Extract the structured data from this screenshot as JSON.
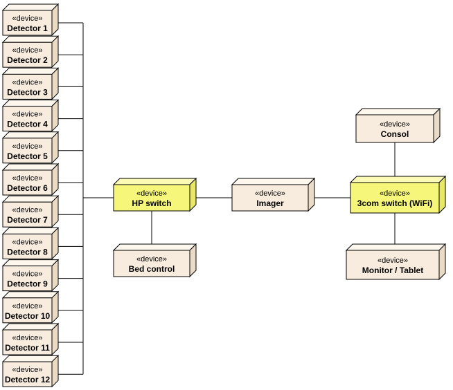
{
  "stereotype": "«device»",
  "colors": {
    "normal_front": "#f8ecde",
    "normal_top": "#fdf7ee",
    "normal_side": "#eadbc6",
    "highlight_front": "#f6f67a",
    "highlight_top": "#fbfbb6",
    "highlight_side": "#e8e862",
    "border": "#000000",
    "line": "#000000"
  },
  "nodes": [
    {
      "id": "detector-1",
      "name": "Detector 1",
      "highlight": false
    },
    {
      "id": "detector-2",
      "name": "Detector 2",
      "highlight": false
    },
    {
      "id": "detector-3",
      "name": "Detector 3",
      "highlight": false
    },
    {
      "id": "detector-4",
      "name": "Detector 4",
      "highlight": false
    },
    {
      "id": "detector-5",
      "name": "Detector 5",
      "highlight": false
    },
    {
      "id": "detector-6",
      "name": "Detector 6",
      "highlight": false
    },
    {
      "id": "detector-7",
      "name": "Detector 7",
      "highlight": false
    },
    {
      "id": "detector-8",
      "name": "Detector 8",
      "highlight": false
    },
    {
      "id": "detector-9",
      "name": "Detector 9",
      "highlight": false
    },
    {
      "id": "detector-10",
      "name": "Detector 10",
      "highlight": false
    },
    {
      "id": "detector-11",
      "name": "Detector 11",
      "highlight": false
    },
    {
      "id": "detector-12",
      "name": "Detector 12",
      "highlight": false
    },
    {
      "id": "hp-switch",
      "name": "HP switch",
      "highlight": true
    },
    {
      "id": "bed-control",
      "name": "Bed control",
      "highlight": false
    },
    {
      "id": "imager",
      "name": "Imager",
      "highlight": false
    },
    {
      "id": "3com-switch",
      "name": "3com switch (WiFi)",
      "highlight": true
    },
    {
      "id": "consol",
      "name": "Consol",
      "highlight": false
    },
    {
      "id": "monitor-tablet",
      "name": "Monitor / Tablet",
      "highlight": false
    }
  ]
}
